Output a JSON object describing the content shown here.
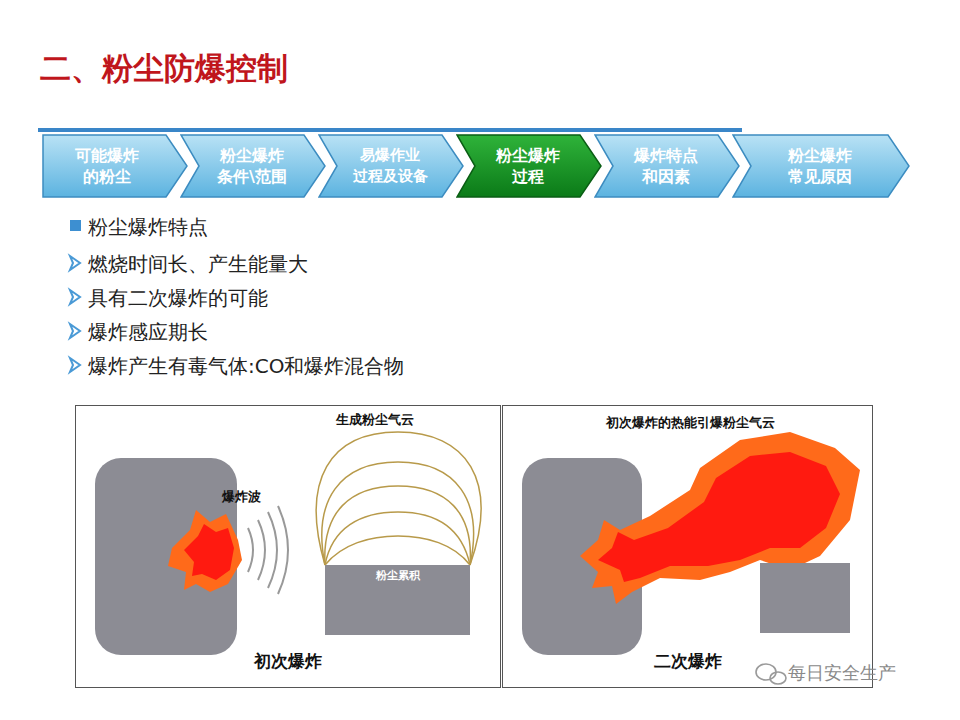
{
  "diagram": {
    "title": "二、粉尘防爆控制",
    "nodes": [
      {
        "text": [
          "可能爆炸 的粉尘"
        ]
      },
      {
        "text": [
          "粉尘爆炸 条件\\范围"
        ]
      },
      {
        "text": [
          "易爆作业 过程及设备"
        ]
      },
      {
        "text": [
          "粉尘爆炸 过程"
        ]
      },
      {
        "text": [
          "爆炸特点 和因素"
        ]
      },
      {
        "text": [
          "粉尘爆炸 常见原因"
        ]
      },
      {
        "text": [
          "初次爆炸"
        ]
      },
      {
        "text": [
          "粉尘累积"
        ],
        "in": 6
      },
      {
        "text": [
          "二次爆炸"
        ]
      }
    ],
    "labels": [
      "粉尘爆炸特点",
      "燃烧时间长、产生能量大",
      "具有二次爆炸的可能",
      "爆炸感应期长",
      "爆炸产生有毒气体:CO和爆炸混合物",
      "生成粉尘气云",
      "爆炸波",
      "初次爆炸的热能引爆粉尘气云",
      "每日安全生产"
    ]
  }
}
